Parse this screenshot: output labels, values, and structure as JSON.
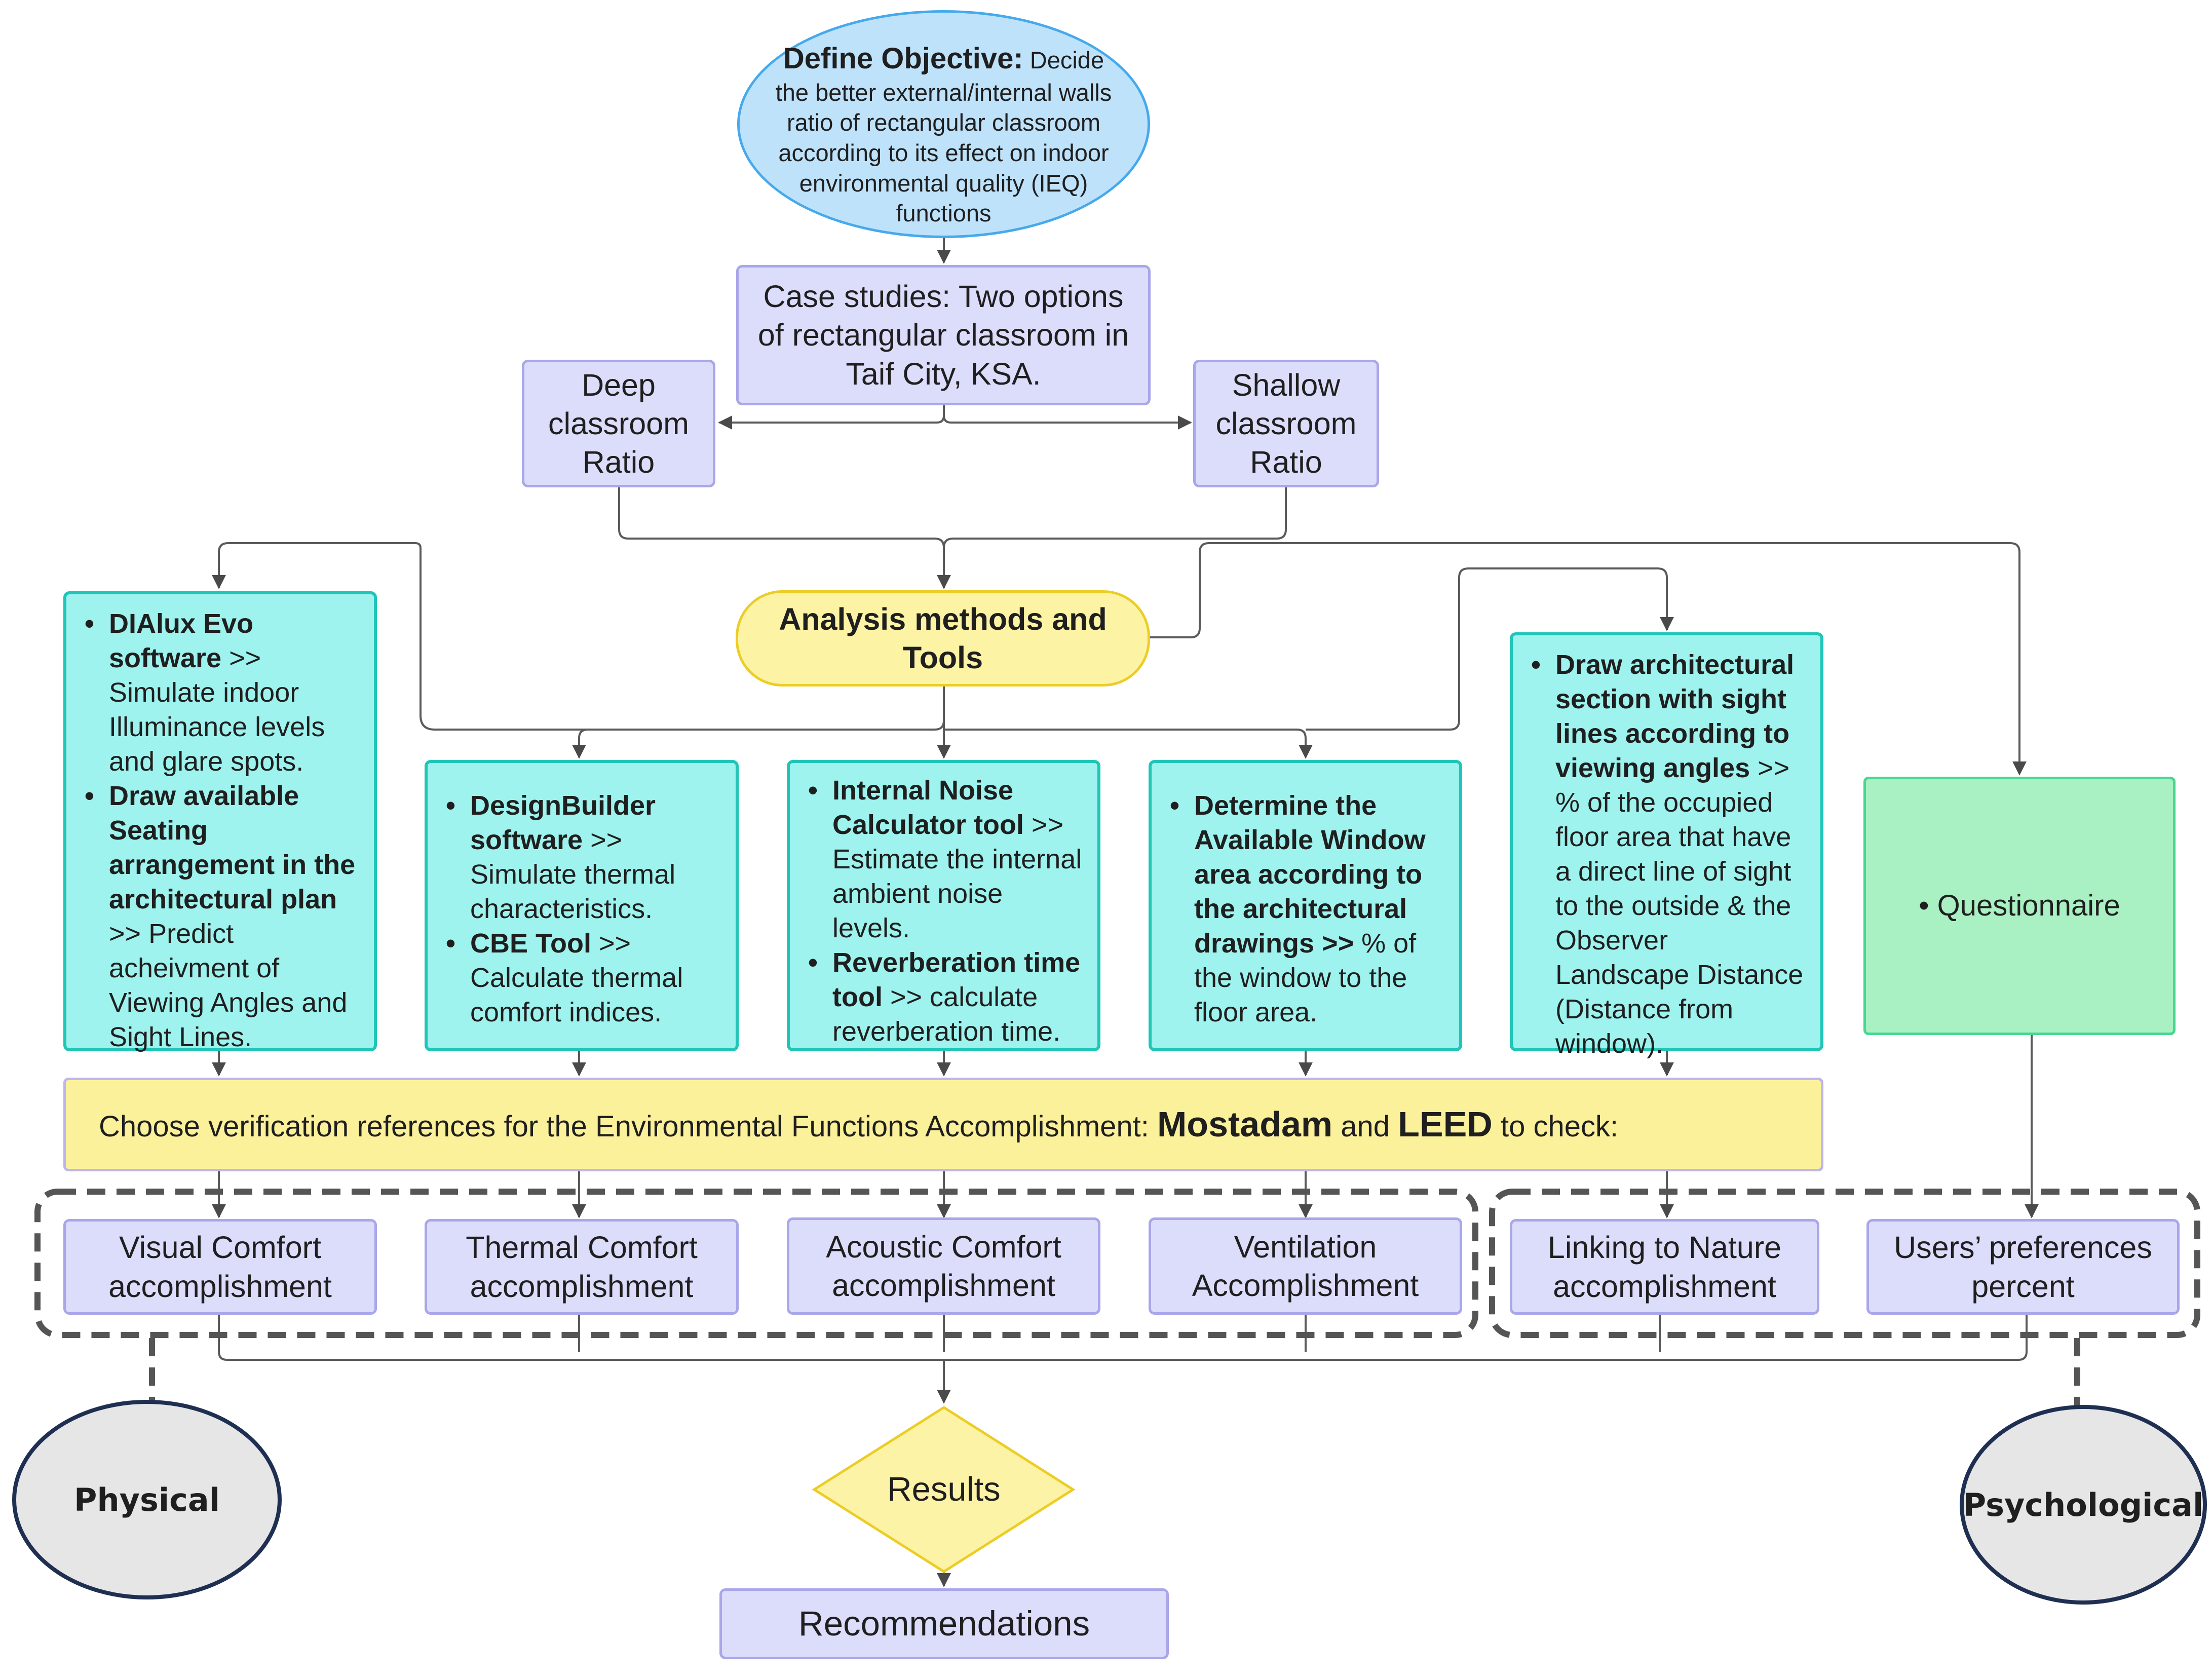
{
  "objective": {
    "heading": "Define Objective:",
    "text": "Decide the better external/internal walls ratio of  rectangular classroom according to its effect on indoor environmental quality (IEQ) functions"
  },
  "case_studies": "Case studies: Two options of rectangular classroom in Taif City, KSA.",
  "deep_ratio": "Deep classroom Ratio",
  "shallow_ratio": "Shallow classroom Ratio",
  "tools_node": "Analysis methods and Tools",
  "methods": {
    "visual": [
      {
        "bold": "DIAlux Evo software",
        "text": " >> Simulate indoor Illuminance levels and glare spots."
      },
      {
        "bold": " Draw available Seating arrangement in the architectural plan",
        "text": " >> Predict acheivment of Viewing Angles and Sight Lines."
      }
    ],
    "thermal": [
      {
        "bold": "DesignBuilder software",
        "text": " >> Simulate thermal characteristics."
      },
      {
        "bold": "CBE Tool",
        "text": " >> Calculate thermal comfort indices."
      }
    ],
    "acoustic": [
      {
        "bold": "Internal Noise Calculator tool",
        "text": " >> Estimate the internal ambient noise levels."
      },
      {
        "bold": "Reverberation time tool",
        "text": " >> calculate reverberation time."
      }
    ],
    "ventilation": [
      {
        "bold": "Determine the Available Window area according to the architectural drawings >>",
        "text": " % of the window to the floor area."
      }
    ],
    "nature": [
      {
        "bold": "Draw architectural section with sight lines according to viewing angles",
        "text": " >> % of the occupied floor area that have a direct line of sight to the outside & the Observer Landscape Distance (Distance from window)."
      }
    ],
    "questionnaire": "• Questionnaire"
  },
  "verification": {
    "prefix": "Choose verification references for the Environmental Functions Accomplishment: ",
    "ref1": "Mostadam",
    "mid": " and ",
    "ref2": "LEED",
    "suffix": " to check:"
  },
  "outcomes": {
    "visual": "Visual Comfort accomplishment",
    "thermal": "Thermal Comfort accomplishment",
    "acoustic": "Acoustic Comfort accomplishment",
    "ventilation": "Ventilation Accomplishment",
    "nature": "Linking to Nature accomplishment",
    "users": "Users’ preferences percent"
  },
  "groups": {
    "physical": "Physical",
    "psychological": "Psychological"
  },
  "results": "Results",
  "recommendations": "Recommendations"
}
